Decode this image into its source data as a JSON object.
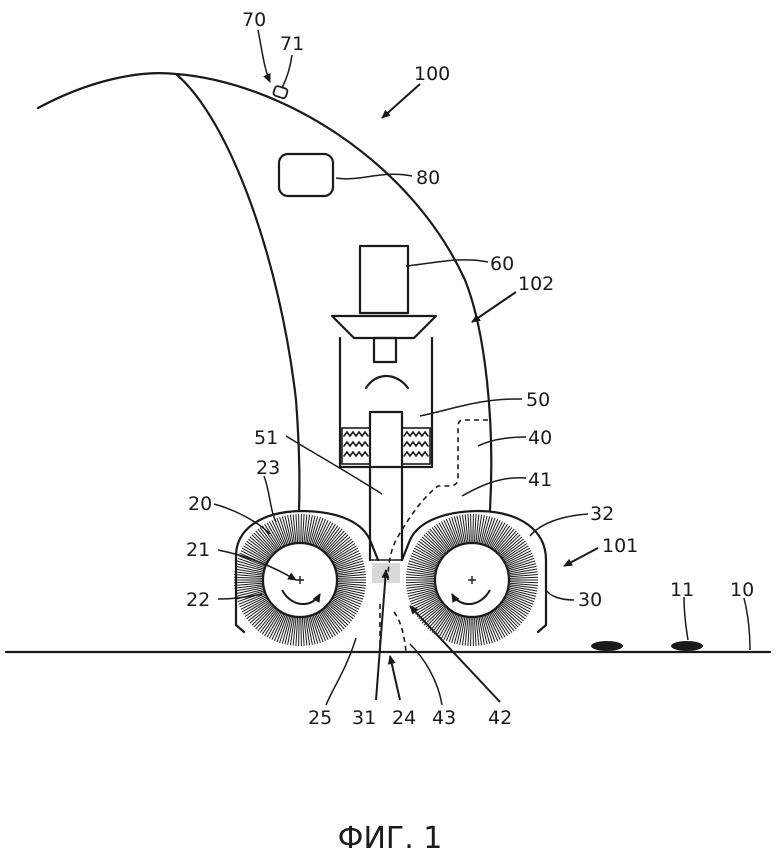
{
  "figure": {
    "caption": "ФИГ. 1",
    "labels": {
      "r10": "10",
      "r11": "11",
      "r20": "20",
      "r21": "21",
      "r22": "22",
      "r23": "23",
      "r24": "24",
      "r25": "25",
      "r30": "30",
      "r31": "31",
      "r32": "32",
      "r40": "40",
      "r41": "41",
      "r42": "42",
      "r43": "43",
      "r50": "50",
      "r51": "51",
      "r60": "60",
      "r70": "70",
      "r71": "71",
      "r80": "80",
      "r100": "100",
      "r101": "101",
      "r102": "102"
    }
  }
}
